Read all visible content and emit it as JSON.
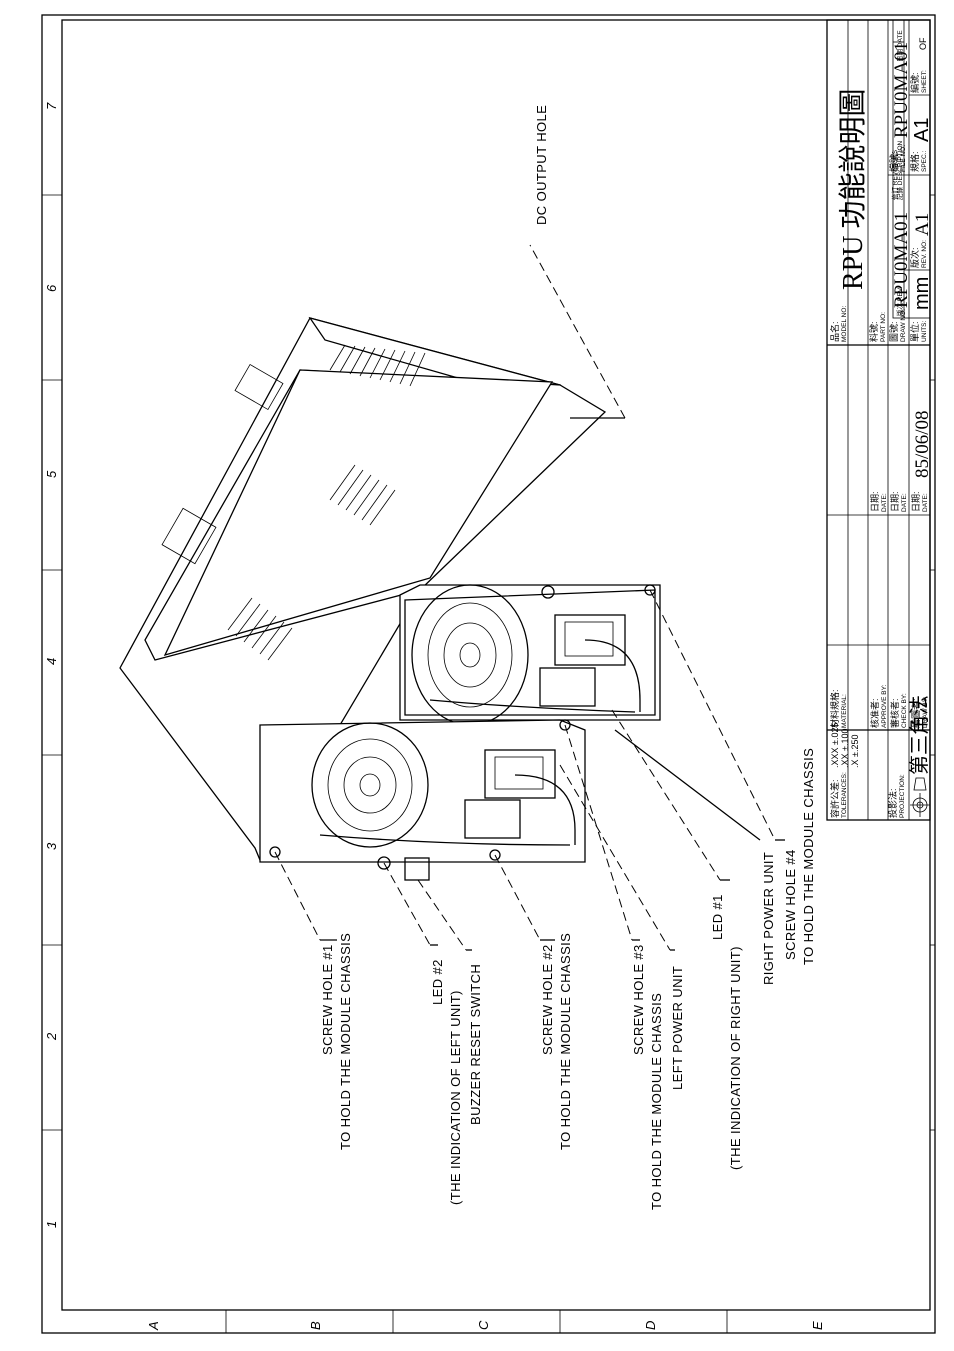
{
  "zones": {
    "columns": [
      "1",
      "2",
      "3",
      "4",
      "5",
      "6",
      "7"
    ],
    "rows": [
      "A",
      "B",
      "C",
      "D",
      "E"
    ]
  },
  "revisions": {
    "rev_label": "版次 REV.",
    "revisions_header": "修訂 REVISIONS",
    "description_label": "記錄 DESCRIPTION",
    "date_label": "日期 DATE"
  },
  "callouts": {
    "dc_output_hole": "DC OUTPUT HOLE",
    "screw_hole_1": [
      "SCREW HOLE #1",
      "TO HOLD THE MODULE CHASSIS"
    ],
    "led_2": [
      "LED #2",
      "(THE INDICATION OF LEFT UNIT)"
    ],
    "buzzer_reset_switch": "BUZZER RESET SWITCH",
    "screw_hole_2": [
      "SCREW HOLE #2",
      "TO HOLD THE MODULE CHASSIS"
    ],
    "screw_hole_3": [
      "SCREW HOLE #3",
      "TO HOLD THE MODULE CHASSIS"
    ],
    "left_power_unit": "LEFT POWER UNIT",
    "led_1": [
      "LED #1",
      "(THE INDICATION OF RIGHT UNIT)"
    ],
    "right_power_unit": "RIGHT POWER UNIT",
    "screw_hole_4": [
      "SCREW HOLE #4",
      "TO HOLD THE MODULE CHASSIS"
    ]
  },
  "title_block": {
    "tolerances_label": "容許公差:",
    "tolerances_label_en": "TOLERANCES:",
    "tol_xxx": ".XXX  ±.025",
    "tol_xx": ".XX    ±.100",
    "tol_x": ".X      ±.250",
    "projection_label": "投影法:",
    "projection_label_en": "PROJECTION:",
    "projection_value": "第三角法",
    "material_label": "材料規格:",
    "material_label_en": "MATERIAL:",
    "approve_label": "核准者:",
    "approve_label_en": "APPROVE BY:",
    "check_label": "審核者:",
    "check_label_en": "CHECK BY:",
    "draw_label": "繪圖者:",
    "draw_label_en": "DRAW BY:",
    "date_label_1": "日期:",
    "date_label_1_en": "DATE:",
    "date_label_2": "日期:",
    "date_label_2_en": "DATE:",
    "date_label_3": "日期:",
    "date_label_3_en": "DATE:",
    "date_value": "85/06/08",
    "model_label": "品名:",
    "model_label_en": "MODEL NO:",
    "model_value": "RPU 功能說明圖",
    "part_label": "料號:",
    "part_label_en": "PART NO:",
    "draw_no_label": "圖號:",
    "draw_no_label_en": "DRAW NO:",
    "draw_no_value": "RPU0MA01",
    "file_no_label": "檔號:",
    "file_no_label_en": "FILE NO:",
    "file_no_value": "RPU0MA01",
    "units_label": "單位:",
    "units_label_en": "UNITS:",
    "units_value": "mm",
    "rev_no_label": "版次:",
    "rev_no_label_en": "REV. NO:",
    "rev_no_value": "A1",
    "spec_label": "規格:",
    "spec_label_en": "SPEC.:",
    "spec_value": "A1",
    "sheet_label": "編號:",
    "sheet_label_en": "SHEET:",
    "sheet_value": "OF"
  }
}
